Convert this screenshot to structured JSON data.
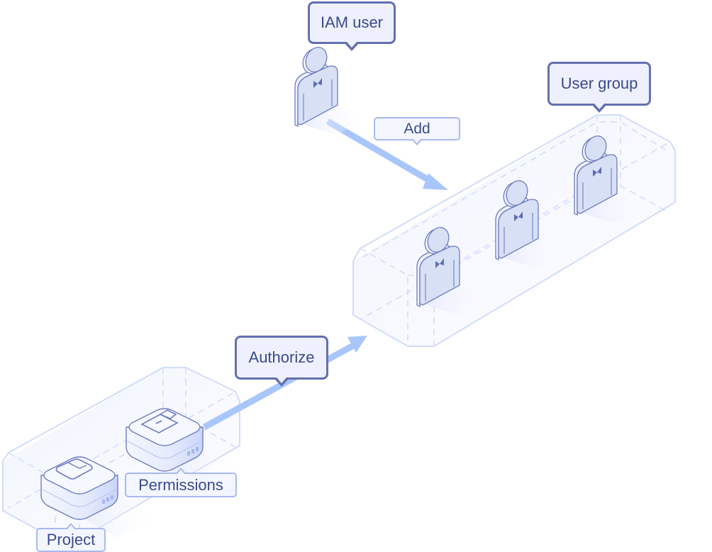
{
  "diagram": {
    "labels": {
      "iam_user": "IAM user",
      "user_group": "User group",
      "add": "Add",
      "authorize": "Authorize",
      "permissions": "Permissions",
      "project": "Project"
    },
    "nodes": [
      {
        "id": "iam_user",
        "type": "person"
      },
      {
        "id": "group_member_1",
        "type": "person"
      },
      {
        "id": "group_member_2",
        "type": "person"
      },
      {
        "id": "group_member_3",
        "type": "person"
      },
      {
        "id": "permissions",
        "type": "box",
        "icon": "lock-icon"
      },
      {
        "id": "project",
        "type": "box",
        "icon": "folder-icon"
      }
    ],
    "edges": [
      {
        "from": "iam_user",
        "to": "user_group",
        "label": "Add"
      },
      {
        "from": "permissions",
        "to": "user_group",
        "label": "Authorize"
      }
    ],
    "colors": {
      "label_text": "#3c4a8c",
      "label_border_strong": "#6470b0",
      "label_border_soft": "#aab9ee",
      "label_fill": "#eef1fd",
      "arrow": "#a9c6fb",
      "container_line": "#d2dcfa",
      "figure_fill": "#d8e0f6",
      "figure_stroke": "#6f7cc0"
    }
  }
}
